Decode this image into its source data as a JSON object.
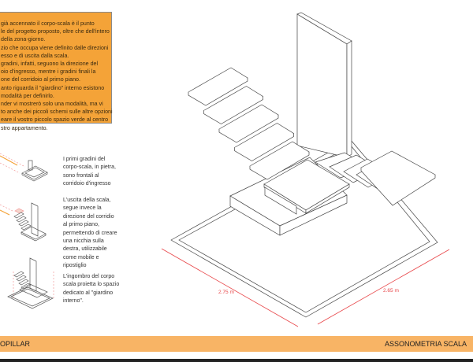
{
  "intro_lines": [
    "già accennato il corpo-scala è il punto",
    "le del progetto proposto, oltre che dell'intero",
    " della zona-giorno.",
    "zio che occupa viene definito dalle direzioni",
    "esso e di uscita dalla scala.",
    " gradini, infatti, seguono la direzione del",
    "oio d'ingresso, mentre i gradini finali la",
    "one del corridoio al primo piano.",
    "anto riguarda il \"giardino\" interno esistono",
    "modalità per definirlo.",
    "nder vi mostrerò solo una modalità, ma vi",
    "to anche dei piccoli schemi sulle altre opzioni",
    "eare il vostro piccolo spazio verde al centro",
    "stro appartamento."
  ],
  "captions": [
    {
      "lines": [
        "I primi gradini del",
        "corpo-scala, in pietra,",
        "sono frontali al",
        "corridoio d'ingresso"
      ]
    },
    {
      "lines": [
        "L'uscita della scala,",
        "segue invece la",
        "direzione del corridio",
        "al primo piano,",
        "permettendo di creare",
        "una nicchia sulla",
        "destra, utilizzabile",
        "come mobile e",
        "ripostiglio"
      ]
    },
    {
      "lines": [
        "L'ingombro del corpo",
        "scala proietta lo spazio",
        "dedicato al \"giardino",
        "interno\"."
      ]
    }
  ],
  "dimensions": {
    "left": "2.75 m",
    "right": "2.65 m"
  },
  "footer": {
    "left": "OPILLAR",
    "right": "ASSONOMETRIA SCALA"
  },
  "colors": {
    "accent": "#f4a338",
    "bar": "#f8b465",
    "dimension": "#e8474a"
  }
}
